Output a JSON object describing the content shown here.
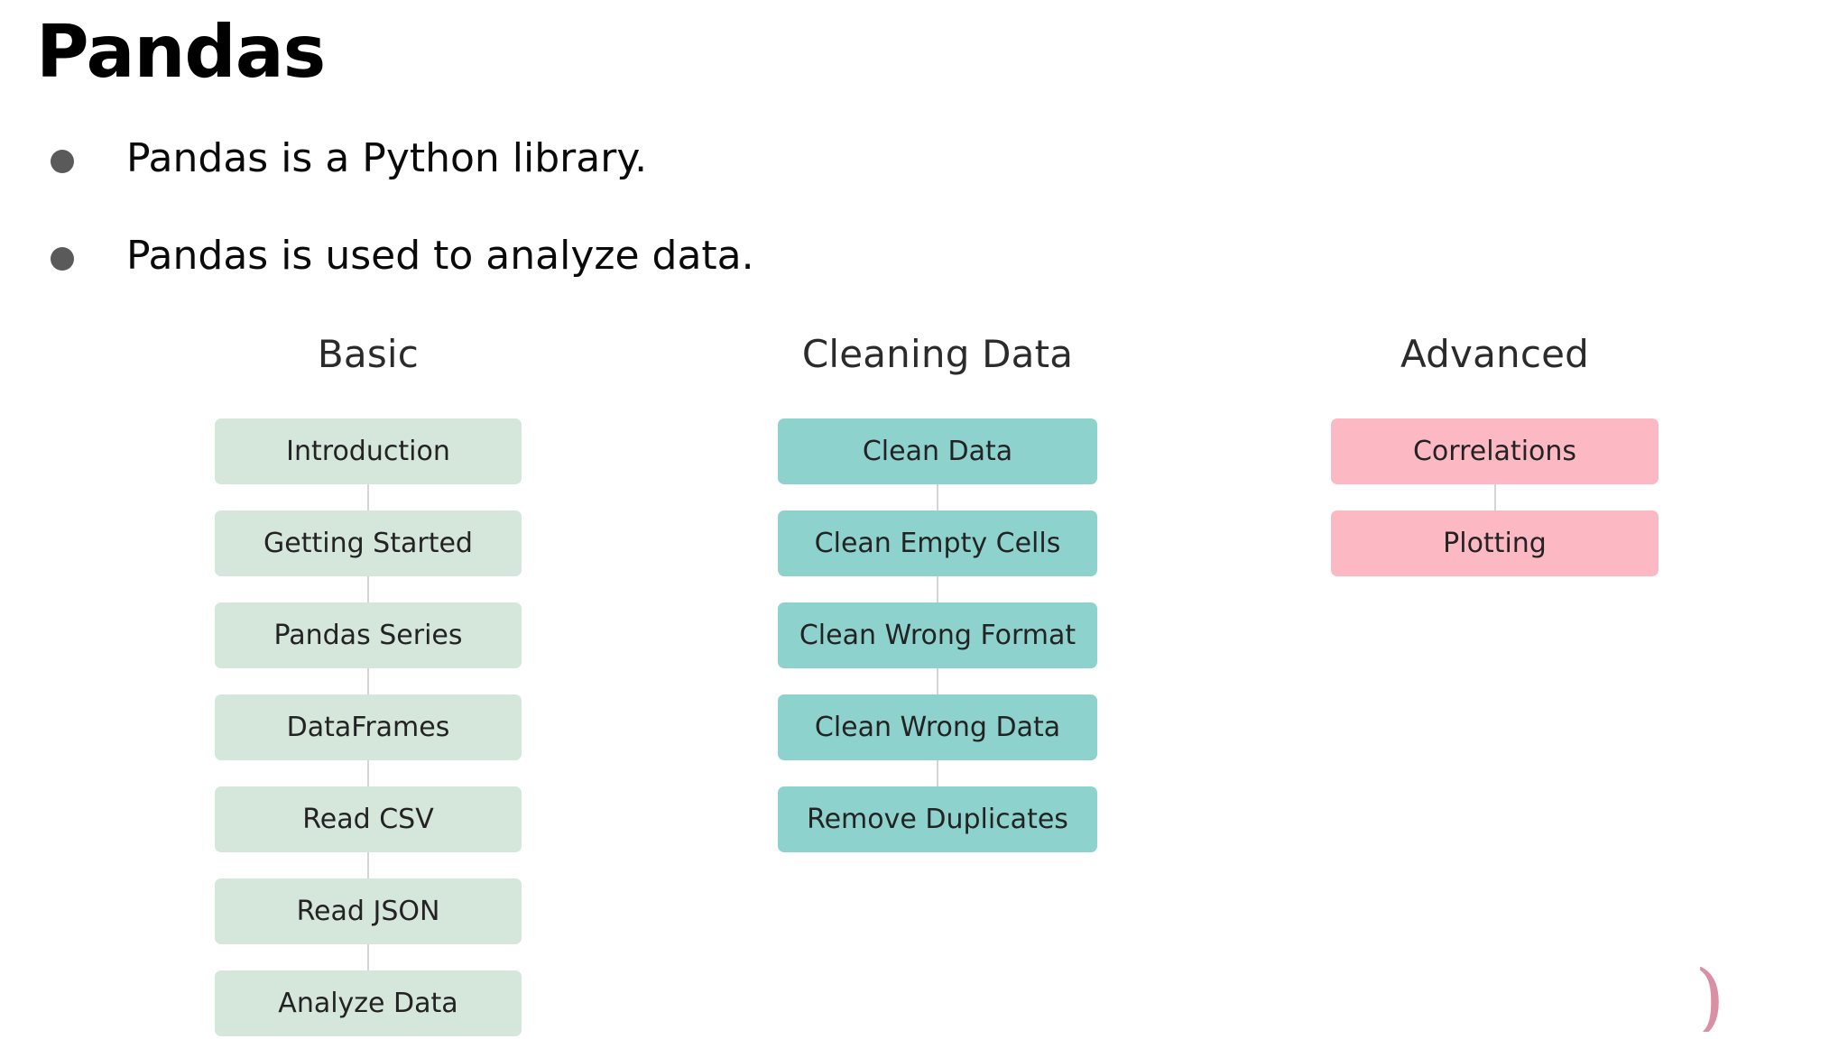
{
  "slide": {
    "title": "Pandas",
    "background_color": "#ffffff",
    "bullets": [
      "Pandas is a Python library.",
      "Pandas is used to analyze data."
    ],
    "bullet_marker": "bullet-dot",
    "corner_mark": ")"
  },
  "flowchart": {
    "columns": [
      {
        "header": "Basic",
        "color": "#d5e6da",
        "nodes": [
          "Introduction",
          "Getting Started",
          "Pandas Series",
          "DataFrames",
          "Read CSV",
          "Read JSON",
          "Analyze Data"
        ]
      },
      {
        "header": "Cleaning Data",
        "color": "#8ed2ce",
        "nodes": [
          "Clean Data",
          "Clean Empty Cells",
          "Clean Wrong Format",
          "Clean Wrong Data",
          "Remove Duplicates"
        ]
      },
      {
        "header": "Advanced",
        "color": "#fcb9c4",
        "nodes": [
          "Correlations",
          "Plotting"
        ]
      }
    ]
  }
}
